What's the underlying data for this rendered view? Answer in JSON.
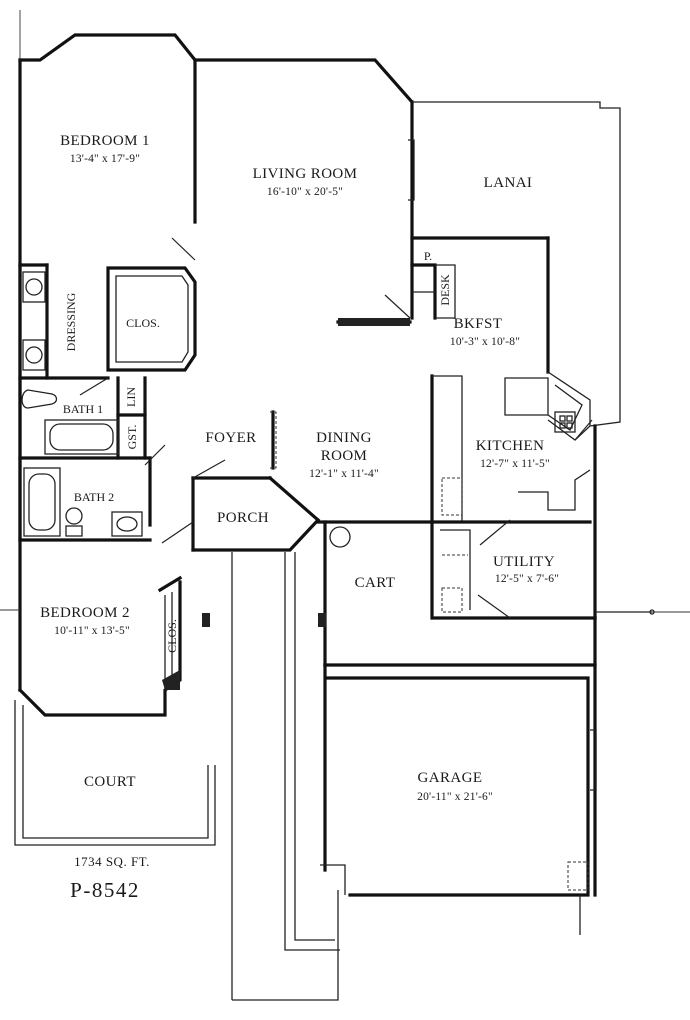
{
  "plan": {
    "square_footage": "1734 SQ. FT.",
    "plan_number": "P-8542"
  },
  "rooms": {
    "bedroom1": {
      "name": "BEDROOM 1",
      "dims": "13'-4\" x 17'-9\""
    },
    "living": {
      "name": "LIVING ROOM",
      "dims": "16'-10\" x 20'-5\""
    },
    "lanai": {
      "name": "LANAI"
    },
    "bkfst": {
      "name": "BKFST",
      "dims": "10'-3\" x 10'-8\""
    },
    "kitchen": {
      "name": "KITCHEN",
      "dims": "12'-7\" x 11'-5\""
    },
    "dining": {
      "name": "DINING",
      "name2": "ROOM",
      "dims": "12'-1\" x 11'-4\""
    },
    "foyer": {
      "name": "FOYER"
    },
    "porch": {
      "name": "PORCH"
    },
    "cart": {
      "name": "CART"
    },
    "utility": {
      "name": "UTILITY",
      "dims": "12'-5\" x 7'-6\""
    },
    "garage": {
      "name": "GARAGE",
      "dims": "20'-11\" x 21'-6\""
    },
    "bedroom2": {
      "name": "BEDROOM 2",
      "dims": "10'-11\" x 13'-5\""
    },
    "court": {
      "name": "COURT"
    },
    "bath1": {
      "name": "BATH 1"
    },
    "bath2": {
      "name": "BATH 2"
    },
    "dressing": {
      "name": "DRESSING"
    },
    "clos1": {
      "name": "CLOS."
    },
    "clos2": {
      "name": "CLOS."
    },
    "lin": {
      "name": "LIN"
    },
    "gst": {
      "name": "GST."
    },
    "pantry": {
      "name": "P."
    },
    "desk": {
      "name": "DESK"
    }
  }
}
